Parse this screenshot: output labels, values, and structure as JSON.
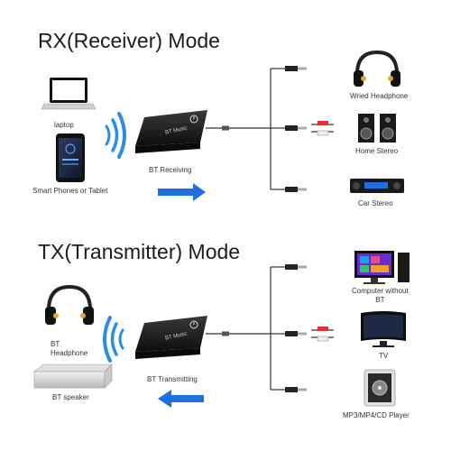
{
  "rx": {
    "title": "RX(Receiver) Mode",
    "device_label": "BT Receiving",
    "device_brand": "BT Music",
    "sources": [
      "laptop",
      "Smart Phones or Tablet"
    ],
    "outputs": [
      "Wried Headphone",
      "Home Stereo",
      "Car Stereo"
    ]
  },
  "tx": {
    "title": "TX(Transmitter) Mode",
    "device_label": "BT  Transmitting",
    "device_brand": "BT Music",
    "receivers": [
      "BT\nHeadphone",
      "BT  speaker"
    ],
    "inputs": [
      "Computer without\nBT",
      "TV",
      "MP3/MP4/CD Player"
    ]
  },
  "colors": {
    "arrow_blue": "#1e6fe0",
    "wave_blue": "#2a8ee8",
    "device_black": "#1b1b1b",
    "cable": "#333333"
  }
}
